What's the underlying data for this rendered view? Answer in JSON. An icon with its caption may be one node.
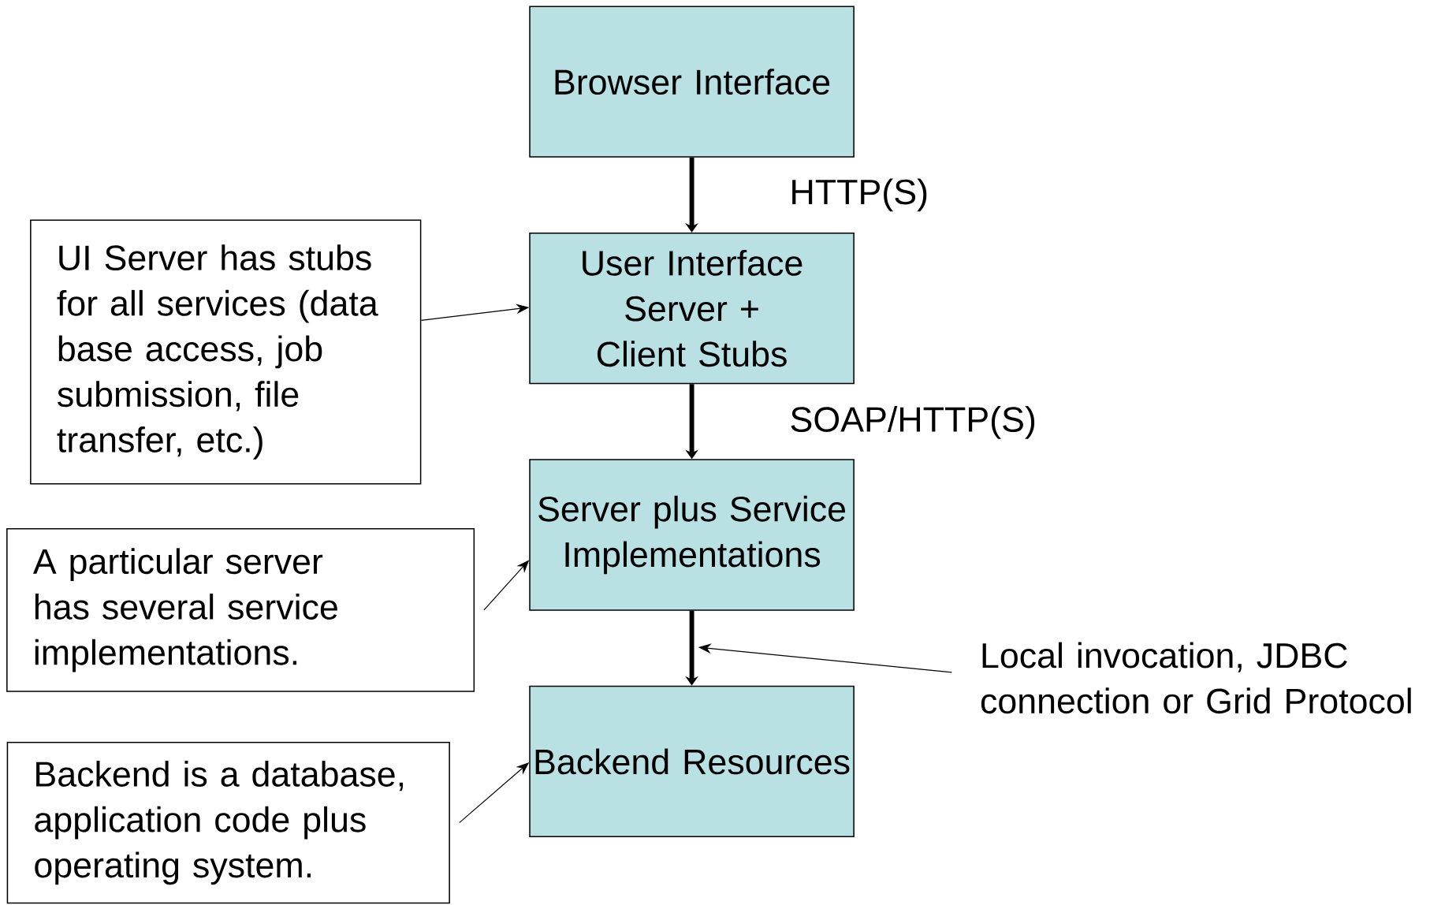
{
  "diagram": {
    "nodes": [
      {
        "text": [
          "Browser Interface"
        ]
      },
      {
        "text": [
          "User Interface Server + Client Stubs"
        ]
      },
      {
        "text": [
          "Server plus Service Implementations"
        ]
      },
      {
        "text": [
          "Backend Resources"
        ]
      },
      {
        "text": [
          "UI Server has stubs for all services (data base access, job submission, file transfer, etc.)"
        ]
      },
      {
        "text": [
          "A particular server has several service implementations."
        ]
      },
      {
        "text": [
          "Backend is a database, application code plus operating system."
        ]
      },
      {
        "text": [
          "Local invocation, JDBC connection or Grid Protocol"
        ]
      }
    ],
    "edges": [
      {
        "from": 0,
        "to": 1,
        "arrow": "to",
        "label": "HTTP(S)",
        "style": "thick"
      },
      {
        "from": 1,
        "to": 2,
        "arrow": "to",
        "label": "SOAP/HTTP(S)",
        "style": "thick"
      },
      {
        "from": 2,
        "to": 3,
        "arrow": "to",
        "style": "thick"
      },
      {
        "from": 4,
        "to": 1,
        "arrow": "to"
      },
      {
        "from": 5,
        "to": 2,
        "arrow": "to"
      },
      {
        "from": 6,
        "to": 3,
        "arrow": "to"
      },
      {
        "from": 7,
        "to": null,
        "arrow": "to"
      }
    ]
  }
}
